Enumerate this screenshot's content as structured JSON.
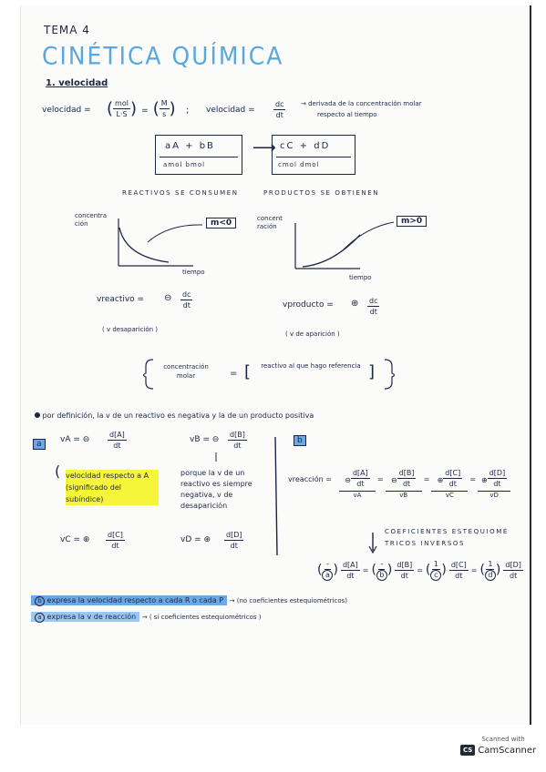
{
  "header": {
    "tema": "TEMA 4",
    "title": "CINÉTICA QUÍMICA"
  },
  "section1": {
    "heading": "1. velocidad",
    "def_left": "velocidad =",
    "units_num": "mol",
    "units_den": "L·S",
    "eq": "=",
    "units_m": "M",
    "units_s": "s",
    "semicolon": ";",
    "def_right": "velocidad =",
    "dc": "dc",
    "dt": "dt",
    "arrow_note_1": "→ derivada de la concentración molar",
    "arrow_note_2": "respecto al tiempo"
  },
  "reaction": {
    "reactants": "aA + bB",
    "reactants_mol": "amol   bmol",
    "products": "cC + dD",
    "products_mol": "cmol   dmol",
    "reactants_label": "REACTIVOS SE CONSUMEN",
    "products_label": "PRODUCTOS SE OBTIENEN"
  },
  "graphs": {
    "left_ylabel": "concentra ción",
    "left_xlabel": "tiempo",
    "left_tag": "m<0",
    "right_ylabel": "concent ración",
    "right_xlabel": "tiempo",
    "right_tag": "m>0"
  },
  "rates": {
    "v_reactivo": "vreactivo =",
    "v_producto": "vproducto =",
    "minus": "⊖",
    "plus": "⊕",
    "dc": "dc",
    "dt": "dt",
    "desaparicion": "( v desaparición )",
    "aparicion": "( v de aparición )"
  },
  "definition_box": {
    "left": "concentración molar",
    "eq": "=",
    "right": "reactivo al que hago referencia"
  },
  "rule": "por definición, la v de un reactivo es negativa y la de un producto positiva",
  "marker_a": "a",
  "marker_b": "b",
  "part_a": {
    "va": "vA = ⊖",
    "va_num": "d[A]",
    "va_den": "dt",
    "vb": "vB = ⊖",
    "vb_num": "d[B]",
    "vb_den": "dt",
    "note_yellow": "velocidad respecto a A (significado del subíndice)",
    "note_right": "porque la v de un reactivo es siempre negativa, v de desaparición",
    "vc": "vC = ⊕",
    "vc_num": "d[C]",
    "vc_den": "dt",
    "vd": "vD = ⊕",
    "vd_num": "d[D]",
    "vd_den": "dt"
  },
  "part_b": {
    "vreaccion": "vreacción =",
    "terms": [
      {
        "sign": "⊖",
        "num": "d[A]",
        "den": "dt",
        "label": "vA"
      },
      {
        "sign": "⊖",
        "num": "d[B]",
        "den": "dt",
        "label": "vB"
      },
      {
        "sign": "⊕",
        "num": "d[C]",
        "den": "dt",
        "label": "vC"
      },
      {
        "sign": "⊕",
        "num": "d[D]",
        "den": "dt",
        "label": "vD"
      }
    ],
    "coef_note_1": "COEFICIENTES ESTEQUIOMÉ",
    "coef_note_2": "TRICOS INVERSOS",
    "final": [
      {
        "sign": "-",
        "coef": "a",
        "num": "d[A]",
        "den": "dt"
      },
      {
        "sign": "-",
        "coef": "b",
        "num": "d[B]",
        "den": "dt"
      },
      {
        "sign": "",
        "coef": "c",
        "num": "d[C]",
        "den": "dt"
      },
      {
        "sign": "",
        "coef": "d",
        "num": "d[D]",
        "den": "dt"
      }
    ]
  },
  "footer_notes": [
    {
      "marker": "b",
      "text": "expresa la velocidad respecto a cada R o cada P",
      "after": "→ (no coeficientes estequiométricos)"
    },
    {
      "marker": "a",
      "text": "expresa la v de reacción",
      "after": "→ ( sí coeficientes estequiométricos )"
    }
  ],
  "scanner": {
    "top": "Scanned with",
    "brand": "CamScanner",
    "logo": "CS"
  }
}
